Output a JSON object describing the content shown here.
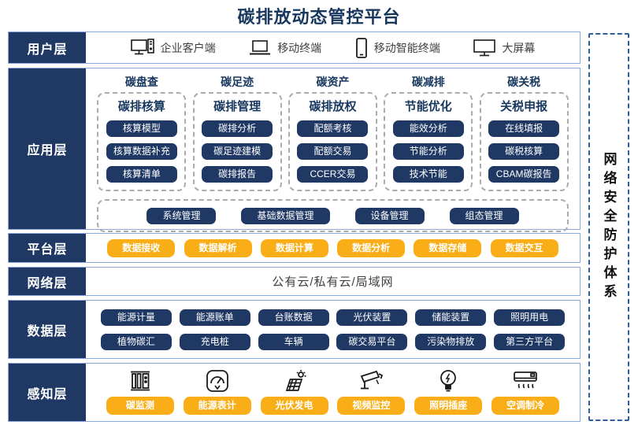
{
  "title": "碳排放动态管控平台",
  "security_bar": "网络安全防护体系",
  "colors": {
    "navy": "#1F3864",
    "title_navy": "#17375E",
    "amber": "#F9AE17",
    "row_border": "#8EA9DB",
    "dash_gray": "#ABABAB",
    "dash_blue": "#2E5FA3"
  },
  "layers": {
    "user": {
      "label": "用户层",
      "items": [
        {
          "icon": "desktop-pc-icon",
          "label": "企业客户端"
        },
        {
          "icon": "laptop-icon",
          "label": "移动终端"
        },
        {
          "icon": "smartphone-icon",
          "label": "移动智能终端"
        },
        {
          "icon": "big-screen-icon",
          "label": "大屏幕"
        }
      ]
    },
    "app": {
      "label": "应用层",
      "columns": [
        {
          "header": "碳盘查",
          "subheader": "碳排核算",
          "items": [
            "核算模型",
            "核算数据补充",
            "核算清单"
          ]
        },
        {
          "header": "碳足迹",
          "subheader": "碳排管理",
          "items": [
            "碳排分析",
            "碳足迹建模",
            "碳排报告"
          ]
        },
        {
          "header": "碳资产",
          "subheader": "碳排放权",
          "items": [
            "配额考核",
            "配额交易",
            "CCER交易"
          ]
        },
        {
          "header": "碳减排",
          "subheader": "节能优化",
          "items": [
            "能效分析",
            "节能分析",
            "技术节能"
          ]
        },
        {
          "header": "碳关税",
          "subheader": "关税申报",
          "items": [
            "在线填报",
            "碳税核算",
            "CBAM碳报告"
          ]
        }
      ],
      "common": [
        "系统管理",
        "基础数据管理",
        "设备管理",
        "组态管理"
      ]
    },
    "platform": {
      "label": "平台层",
      "items": [
        "数据接收",
        "数据解析",
        "数据计算",
        "数据分析",
        "数据存储",
        "数据交互"
      ]
    },
    "network": {
      "label": "网络层",
      "text": "公有云/私有云/局域网"
    },
    "data": {
      "label": "数据层",
      "rows": [
        [
          "能源计量",
          "能源账单",
          "台账数据",
          "光伏装置",
          "储能装置",
          "照明用电"
        ],
        [
          "植物碳汇",
          "充电桩",
          "车辆",
          "碳交易平台",
          "污染物排放",
          "第三方平台"
        ]
      ]
    },
    "sense": {
      "label": "感知层",
      "items": [
        {
          "icon": "carbon-monitor-icon",
          "label": "碳监测"
        },
        {
          "icon": "energy-meter-icon",
          "label": "能源表计"
        },
        {
          "icon": "solar-panel-icon",
          "label": "光伏发电"
        },
        {
          "icon": "cctv-camera-icon",
          "label": "视频监控"
        },
        {
          "icon": "light-bulb-icon",
          "label": "照明插座"
        },
        {
          "icon": "air-conditioner-icon",
          "label": "空调制冷"
        }
      ]
    }
  }
}
